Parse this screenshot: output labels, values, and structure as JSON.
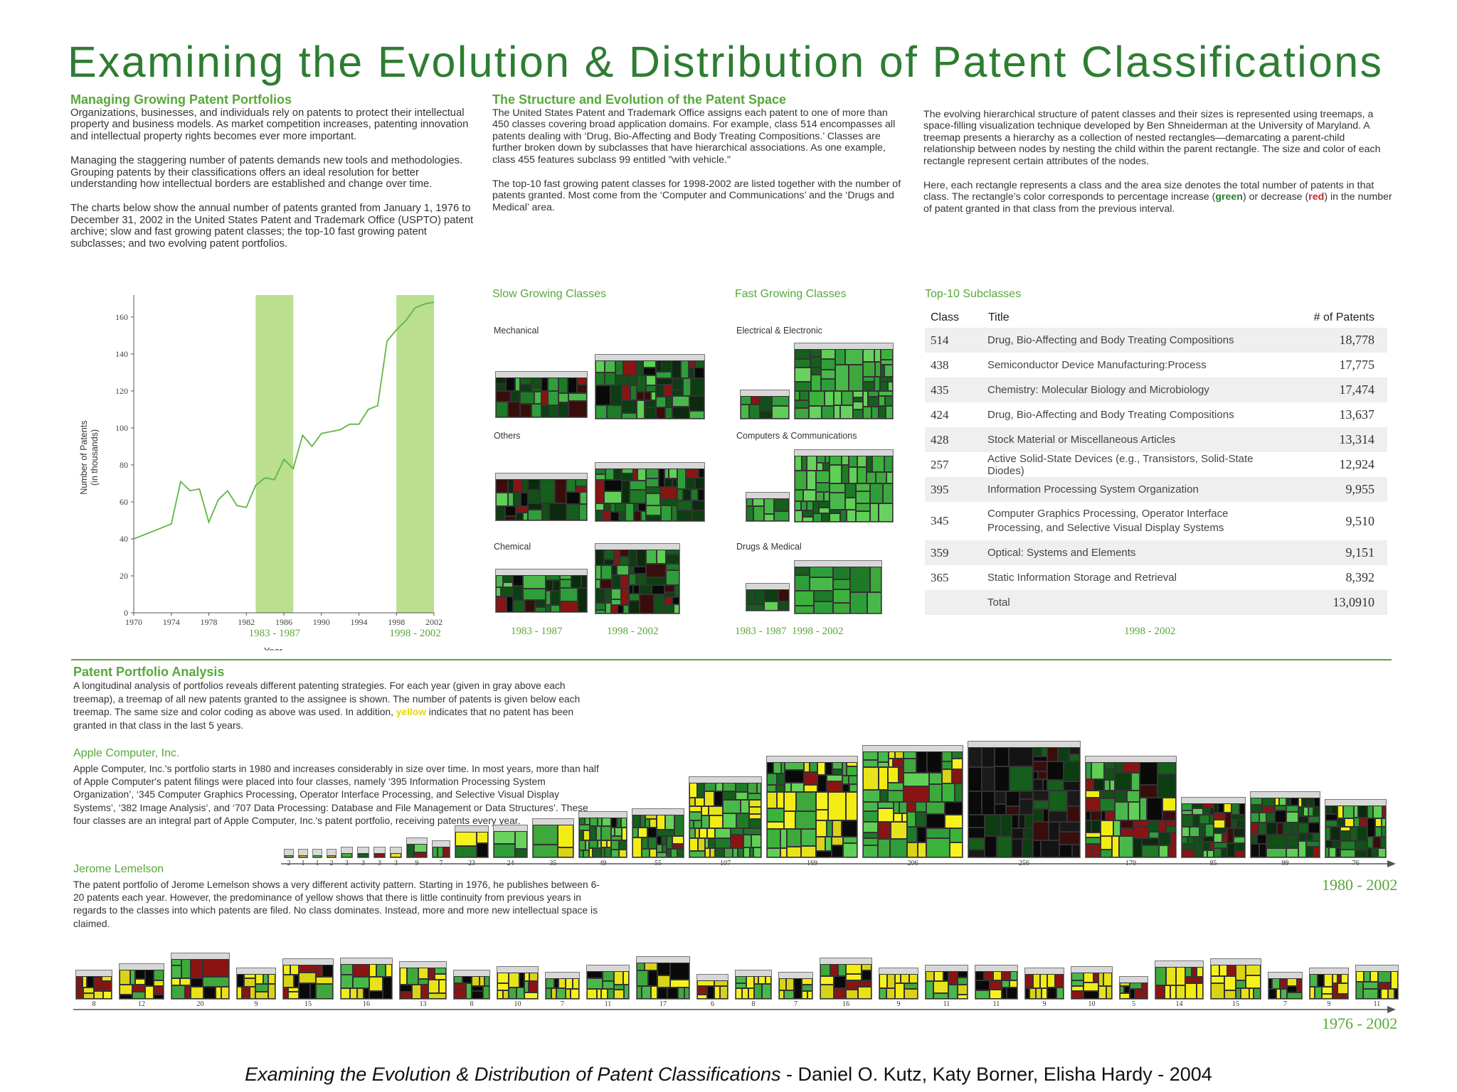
{
  "title": "Examining the Evolution & Distribution of Patent Classifications",
  "col1": {
    "heading": "Managing Growing Patent Portfolios",
    "p1": "Organizations, businesses, and individuals rely on patents to protect their intellectual property and business models. As market competition increases, patenting innovation and intellectual property rights becomes ever more important.",
    "p2": "Managing the staggering number of patents demands new tools and methodologies. Grouping patents by their classifications offers an ideal resolution for better understanding how intellectual borders are established and change over time.",
    "p3": "The charts below show the annual number of patents granted from January 1, 1976 to December 31, 2002 in the United States Patent and Trademark Office (USPTO) patent archive; slow and fast growing patent classes; the top-10 fast growing patent subclasses; and two evolving patent portfolios."
  },
  "col2": {
    "heading": "The Structure and Evolution of the Patent Space",
    "p1": "The United States Patent and Trademark Office assigns each patent to one of more than 450 classes covering broad application domains.  For example, class 514 encompasses all patents dealing with ‘Drug, Bio-Affecting and Body Treating Compositions.’  Classes are further broken down by subclasses that have hierarchical associations.  As one example, class 455 features subclass 99 entitled \"with vehicle.\"",
    "p2": "The top-10 fast growing patent classes for 1998-2002 are listed together with the number of patents granted. Most come from the ‘Computer and Communications’ and the ‘Drugs and Medical’ area."
  },
  "col3": {
    "p1": "The evolving hierarchical structure of patent classes and their sizes is represented using treemaps, a space-filling visualization technique developed by Ben Shneiderman at the University of Maryland. A treemap presents a hierarchy as a collection of nested rectangles—demarcating a parent-child relationship between nodes by nesting the child within the parent rectangle. The size and color of each rectangle represent certain attributes of the nodes.",
    "p2_a": "Here, each rectangle represents a class and the area size denotes the total number of patents in that class. The rectangle’s color corresponds to percentage increase (",
    "p2_green": "green",
    "p2_b": ") or decrease (",
    "p2_red": "red",
    "p2_c": ") in the number of patent granted in that class from the previous interval."
  },
  "chart_data": {
    "type": "line",
    "ylabel": "Number of Patents\n(in thousands)",
    "xlabel": "Year",
    "xlim": [
      1970,
      2002
    ],
    "ylim": [
      0,
      168
    ],
    "x_ticks": [
      1970,
      1974,
      1978,
      1982,
      1986,
      1990,
      1994,
      1998,
      2002
    ],
    "y_ticks": [
      0,
      20,
      40,
      60,
      80,
      100,
      120,
      140,
      160
    ],
    "highlight_bands": [
      {
        "from": 1983,
        "to": 1987,
        "label": "1983 - 1987"
      },
      {
        "from": 1998,
        "to": 2002,
        "label": "1998 - 2002"
      }
    ],
    "x": [
      1970,
      1971,
      1972,
      1973,
      1974,
      1975,
      1976,
      1977,
      1978,
      1979,
      1980,
      1981,
      1982,
      1983,
      1984,
      1985,
      1986,
      1987,
      1988,
      1989,
      1990,
      1991,
      1992,
      1993,
      1994,
      1995,
      1996,
      1997,
      1998,
      1999,
      2000,
      2001,
      2002
    ],
    "values": [
      40,
      42,
      44,
      46,
      48,
      71,
      66,
      67,
      49,
      61,
      66,
      58,
      57,
      69,
      73,
      72,
      83,
      78,
      96,
      90,
      97,
      98,
      99,
      102,
      102,
      110,
      112,
      147,
      153,
      158,
      165,
      167,
      168
    ]
  },
  "slow": {
    "heading": "Slow Growing Classes",
    "cats": [
      "Mechanical",
      "Others",
      "Chemical"
    ],
    "periods": [
      "1983 - 1987",
      "1998 - 2002"
    ]
  },
  "fast": {
    "heading": "Fast Growing Classes",
    "cats": [
      "Electrical & Electronic",
      "Computers & Communications",
      "Drugs & Medical"
    ],
    "periods": [
      "1983 - 1987",
      "1998 - 2002"
    ]
  },
  "top10": {
    "heading": "Top-10 Subclasses",
    "col_class": "Class",
    "col_title": "Title",
    "col_count": "# of Patents",
    "rows": [
      {
        "cls": "514",
        "title": "Drug, Bio-Affecting and Body Treating Compositions",
        "count": "18,778"
      },
      {
        "cls": "438",
        "title": "Semiconductor Device Manufacturing:Process",
        "count": "17,775"
      },
      {
        "cls": "435",
        "title": "Chemistry: Molecular Biology and Microbiology",
        "count": "17,474"
      },
      {
        "cls": "424",
        "title": "Drug, Bio-Affecting and Body Treating Compositions",
        "count": "13,637"
      },
      {
        "cls": "428",
        "title": "Stock Material or Miscellaneous Articles",
        "count": "13,314"
      },
      {
        "cls": "257",
        "title": "Active Solid-State Devices (e.g., Transistors, Solid-State Diodes)",
        "count": "12,924"
      },
      {
        "cls": "395",
        "title": "Information Processing System Organization",
        "count": "9,955"
      },
      {
        "cls": "345",
        "title": "Computer Graphics Processing, Operator Interface Processing, and Selective Visual Display Systems",
        "count": "9,510"
      },
      {
        "cls": "359",
        "title": "Optical: Systems and Elements",
        "count": "9,151"
      },
      {
        "cls": "365",
        "title": "Static Information Storage and Retrieval",
        "count": "8,392"
      }
    ],
    "total_label": "Total",
    "total": "13,0910",
    "period": "1998 - 2002"
  },
  "portfolio": {
    "heading": "Patent Portfolio Analysis",
    "intro_a": "A longitudinal analysis of portfolios reveals different patenting strategies. For each year (given in gray above each treemap), a treemap of all new patents granted to the assignee is shown.  The number of patents is given below each treemap. The same size and color coding as above was used.  In addition, ",
    "intro_yellow": "yellow",
    "intro_b": " indicates that no patent has been granted in that class in the last 5 years.",
    "apple_heading": "Apple Computer, Inc.",
    "apple_text": "Apple Computer, Inc.'s portfolio starts in 1980 and increases considerably in size over time. In most years, more than half of Apple Computer's patent filings were placed into four classes, namely ‘395 Information Processing System Organization’, ‘345 Computer Graphics Processing, Operator Interface Processing, and Selective Visual Display Systems’, ‘382 Image Analysis’, and ‘707 Data Processing: Database and File Management or Data Structures’.  These four classes are an integral part of Apple Computer, Inc.'s patent portfolio, receiving patents every year.",
    "apple_counts": [
      "2",
      "1",
      "1",
      "2",
      "3",
      "3",
      "3",
      "3",
      "9",
      "7",
      "23",
      "24",
      "35",
      "49",
      "55",
      "107",
      "169",
      "206",
      "256",
      "170",
      "85",
      "99",
      "76"
    ],
    "apple_period": "1980 - 2002",
    "lemelson_heading": "Jerome Lemelson",
    "lemelson_text": "The patent portfolio of Jerome Lemelson shows a very different activity pattern. Starting in 1976, he publishes between 6-20 patents each year. However, the predominance of yellow shows that there is little continuity from previous years in regards to the classes into which patents are filed. No class dominates. Instead, more and more new intellectual space is claimed.",
    "lemelson_counts": [
      "8",
      "12",
      "20",
      "9",
      "15",
      "16",
      "13",
      "8",
      "10",
      "7",
      "11",
      "17",
      "6",
      "8",
      "7",
      "16",
      "9",
      "11",
      "11",
      "9",
      "10",
      "5",
      "14",
      "15",
      "7",
      "9",
      "11"
    ],
    "lemelson_period": "1976 - 2002"
  },
  "footer_italic": "Examining the Evolution & Distribution of Patent Classifications",
  "footer_rest": "  - Daniel O. Kutz, Katy Borner, Elisha Hardy - 2004"
}
